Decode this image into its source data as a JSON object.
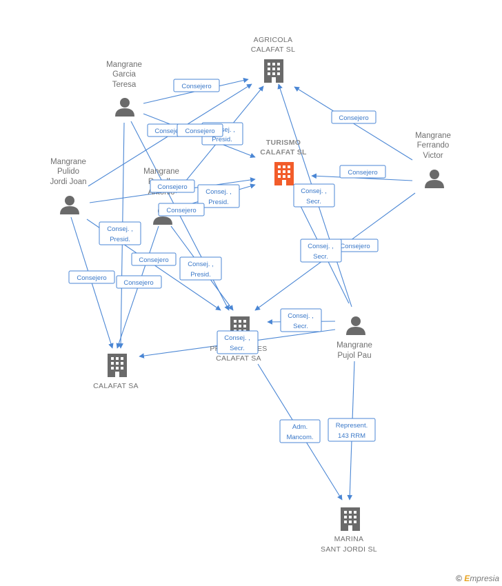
{
  "nodes": {
    "agricola": [
      "AGRICOLA",
      "CALAFAT  SL"
    ],
    "turismo": [
      "TURISMO",
      "CALAFAT  SL"
    ],
    "calafat": [
      "CALAFAT SA"
    ],
    "promociones": [
      "PROMOCIONES",
      "CALAFAT SA"
    ],
    "marina": [
      "MARINA",
      "SANT JORDI SL"
    ],
    "teresa": [
      "Mangrane",
      "Garcia",
      "Teresa"
    ],
    "victor": [
      "Mangrane",
      "Ferrando",
      "Victor"
    ],
    "jordi": [
      "Mangrane",
      "Pulido",
      "Jordi Joan"
    ],
    "antonio": [
      "Mangrane",
      "Rosello",
      "Antonio"
    ],
    "pau": [
      "Mangrane",
      "Pujol Pau"
    ]
  },
  "edge_labels": {
    "consejero": "Consejero",
    "consej_presid": [
      "Consej. ,",
      "Presid."
    ],
    "consej_secr": [
      "Consej. ,",
      "Secr."
    ],
    "adm_mancom": [
      "Adm.",
      "Mancom."
    ],
    "represent": [
      "Represent.",
      "143 RRM"
    ]
  },
  "footer": {
    "copyright": "©",
    "brand_initial": "E",
    "brand_rest": "mpresia"
  },
  "colors": {
    "edge": "#4a86d4",
    "node": "#6a6a6a",
    "focus": "#f25c2a"
  }
}
